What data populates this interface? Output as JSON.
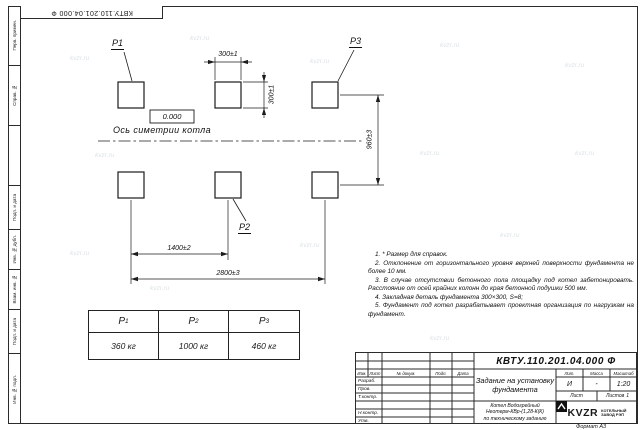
{
  "doc_number": "КВТУ.110.201.04.000 Ф",
  "watermark": "kvzr.ru",
  "side_labels": [
    "Перв. примен.",
    "Справ. №",
    "",
    "Подп. и дата",
    "Инв. № дубл.",
    "Взам. инв. №",
    "Подп. и дата",
    "Инв. № подл."
  ],
  "drawing": {
    "p1": "Р1",
    "p2": "Р2",
    "p3": "Р3",
    "elevation": "0.000",
    "axis_label": "Ось симетрии котла",
    "dim_width": "300±1",
    "dim_height": "300±1",
    "dim_rows": "960±3",
    "dim_half": "1400±2",
    "dim_full": "2800±3"
  },
  "notes": [
    "1. * Размер для справок.",
    "2. Отклонение от горизонтального уровня верхней поверхности фундамента не более 10 мм.",
    "3. В случае отсутствии бетонного пола площадку под котел забетонировать. Расстояние от осей крайних колонн до края бетонной подушки 500 мм.",
    "4. Закладная деталь фундамента  300×300, S=8;",
    "5. Фундамент под котел разрабатывает проектная организация по нагрузкам на фундамент."
  ],
  "load_table": {
    "columns": [
      {
        "name": "Р",
        "sub": "1",
        "value": "360 кг"
      },
      {
        "name": "Р",
        "sub": "2",
        "value": "1000 кг"
      },
      {
        "name": "Р",
        "sub": "3",
        "value": "460 кг"
      }
    ]
  },
  "title_block": {
    "title": "Задание на установку фундамента",
    "subtitle": [
      "Котел Водогрейный",
      "Неотерм-КВр-(1,28-К(К)",
      "по техническому заданию"
    ],
    "header_cols": [
      "Изм.",
      "Лист",
      "№ докум.",
      "Подп.",
      "Дата"
    ],
    "row_labels": [
      "Разраб.",
      "Пров.",
      "Т.контр.",
      "Н.контр.",
      "Утв."
    ],
    "lit_headers": [
      "Лит.",
      "Масса",
      "Масштаб"
    ],
    "lit_values": [
      "И",
      "-",
      "1:20"
    ],
    "sheet_label": "Лист",
    "sheets_label": "Листов",
    "sheets_value": "1",
    "company_name": "KVZR",
    "company_lines": [
      "КОТЕЛЬНЫЙ",
      "ЗАВОД РЭП"
    ],
    "format_label": "Формат А3"
  }
}
